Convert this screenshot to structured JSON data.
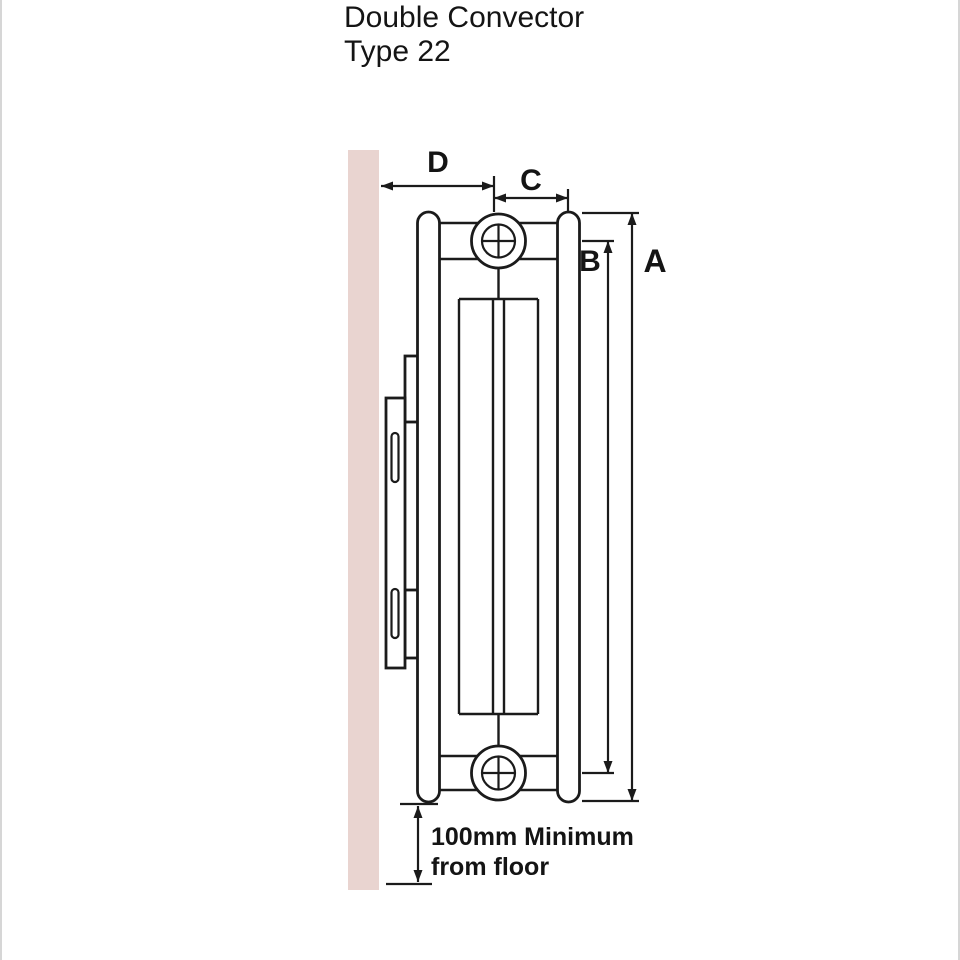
{
  "title": {
    "line1": "Double Convector",
    "line2": "Type 22"
  },
  "dimension_labels": {
    "a": "A",
    "b": "B",
    "c": "C",
    "d": "D"
  },
  "floor_note": {
    "line1": "100mm Minimum",
    "line2": "from floor"
  },
  "colors": {
    "wall_fill": "#e9d4d0",
    "line": "#1b1b1b",
    "background": "#ffffff"
  }
}
